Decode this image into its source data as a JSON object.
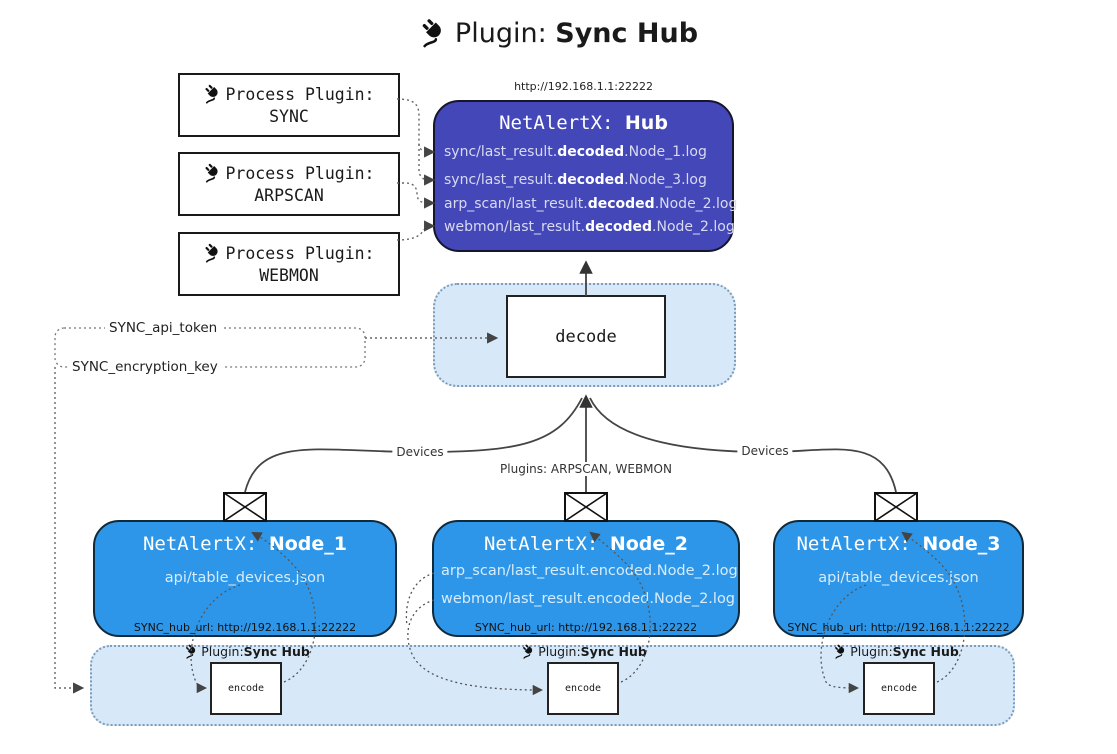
{
  "title": {
    "prefix": "Plugin: ",
    "bold": "Sync Hub"
  },
  "hub": {
    "url_label": "http://192.168.1.1:22222",
    "title_prefix": "NetAlertX: ",
    "title_bold": "Hub",
    "files": [
      {
        "pre": "sync/last_result.",
        "bold": "decoded",
        "post": ".Node_1.log"
      },
      {
        "pre": "sync/last_result.",
        "bold": "decoded",
        "post": ".Node_3.log"
      },
      {
        "pre": "arp_scan/last_result.",
        "bold": "decoded",
        "post": ".Node_2.log"
      },
      {
        "pre": "webmon/last_result.",
        "bold": "decoded",
        "post": ".Node_2.log"
      }
    ]
  },
  "process_plugins": [
    {
      "label": "Process Plugin:",
      "name": "SYNC"
    },
    {
      "label": "Process Plugin:",
      "name": "ARPSCAN"
    },
    {
      "label": "Process Plugin:",
      "name": "WEBMON"
    }
  ],
  "settings": {
    "api_token": "SYNC_api_token",
    "encryption_key": "SYNC_encryption_key"
  },
  "decode": {
    "label": "decode"
  },
  "edges": {
    "devices_left": "Devices",
    "plugins_center": "Plugins: ARPSCAN, WEBMON",
    "devices_right": "Devices"
  },
  "nodes": [
    {
      "title_prefix": "NetAlertX: ",
      "title_bold": "Node_1",
      "files": [
        "api/table_devices.json"
      ],
      "hub_url": "SYNC_hub_url: http://192.168.1.1:22222"
    },
    {
      "title_prefix": "NetAlertX: ",
      "title_bold": "Node_2",
      "files": [
        "arp_scan/last_result.encoded.Node_2.log",
        "webmon/last_result.encoded.Node_2.log"
      ],
      "hub_url": "SYNC_hub_url: http://192.168.1.1:22222"
    },
    {
      "title_prefix": "NetAlertX: ",
      "title_bold": "Node_3",
      "files": [
        "api/table_devices.json"
      ],
      "hub_url": "SYNC_hub_url: http://192.168.1.1:22222"
    }
  ],
  "encoders": [
    {
      "label_prefix": "Plugin: ",
      "label_bold": "Sync Hub",
      "box_label": "encode"
    },
    {
      "label_prefix": "Plugin: ",
      "label_bold": "Sync Hub",
      "box_label": "encode"
    },
    {
      "label_prefix": "Plugin: ",
      "label_bold": "Sync Hub",
      "box_label": "encode"
    }
  ],
  "colors": {
    "hub": "#4347b8",
    "node": "#2e96e8",
    "container": "#d7e9f9"
  }
}
